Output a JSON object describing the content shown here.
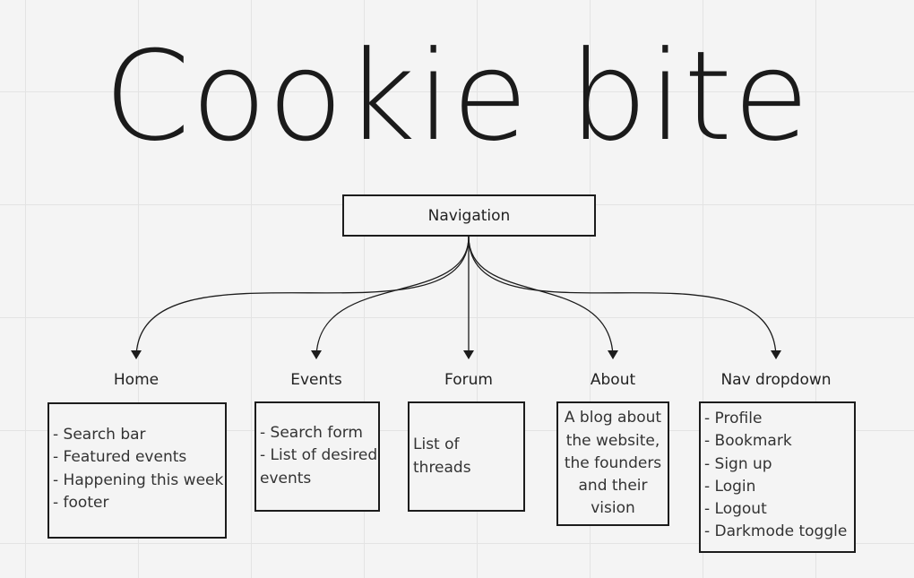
{
  "title": "Cookie bite",
  "root": {
    "label": "Navigation"
  },
  "branches": [
    {
      "id": "home",
      "label": "Home",
      "items": [
        "- Search bar",
        "- Featured events",
        "- Happening this week",
        "- footer"
      ]
    },
    {
      "id": "events",
      "label": "Events",
      "items": [
        "- Search form",
        "- List of desired",
        "events"
      ]
    },
    {
      "id": "forum",
      "label": "Forum",
      "text": "List of threads"
    },
    {
      "id": "about",
      "label": "About",
      "text": "A blog about the website, the founders and their vision"
    },
    {
      "id": "dropdown",
      "label": "Nav dropdown",
      "items": [
        "- Profile",
        "- Bookmark",
        "- Sign up",
        "- Login",
        "- Logout",
        "- Darkmode toggle"
      ]
    }
  ],
  "colors": {
    "stroke": "#1c1c1c",
    "background": "#f4f4f4",
    "grid": "#e3e3e3"
  }
}
